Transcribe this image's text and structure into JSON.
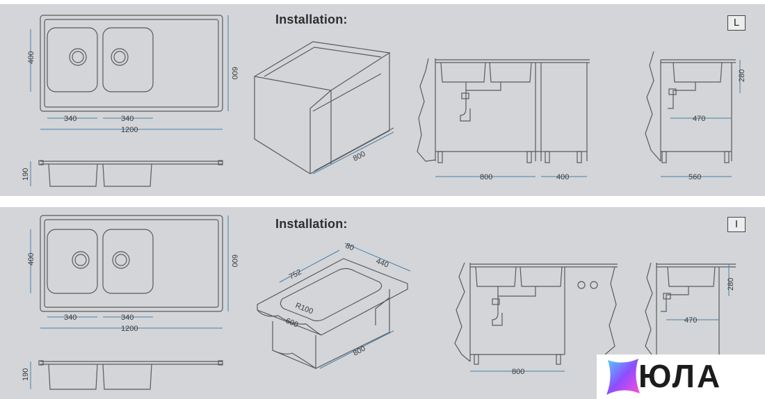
{
  "top": {
    "installation_title": "Installation:",
    "variant_mark": "L",
    "dims": {
      "bowl_height": "400",
      "sink_width": "600",
      "bowl1_width": "340",
      "bowl2_width": "340",
      "total_length": "1200",
      "depth": "190",
      "cabinet_depth": "800",
      "cabinet1_width": "800",
      "cabinet2_width": "400",
      "siphon_height": "280",
      "drain_offset": "470",
      "side_width": "560"
    }
  },
  "bottom": {
    "installation_title": "Installation:",
    "variant_mark": "I",
    "dims": {
      "bowl_height": "400",
      "sink_width": "600",
      "bowl1_width": "340",
      "bowl2_width": "340",
      "total_length": "1200",
      "depth": "190",
      "cutout_length": "752",
      "cutout_width": "440",
      "edge_offset": "80",
      "corner_radius": "R100",
      "top_depth": "600",
      "cabinet_depth": "800",
      "cabinet_width": "800",
      "siphon_height": "280",
      "drain_offset": "470"
    }
  },
  "brand": {
    "logo_text": "ЮЛА",
    "colors": {
      "panel": "#d3d5d8",
      "line": "#5a5a5a",
      "dim_line": "#4a7fa8",
      "logo_gradient": [
        "#4fd2ff",
        "#8e4dff",
        "#ff4dd8"
      ]
    }
  }
}
